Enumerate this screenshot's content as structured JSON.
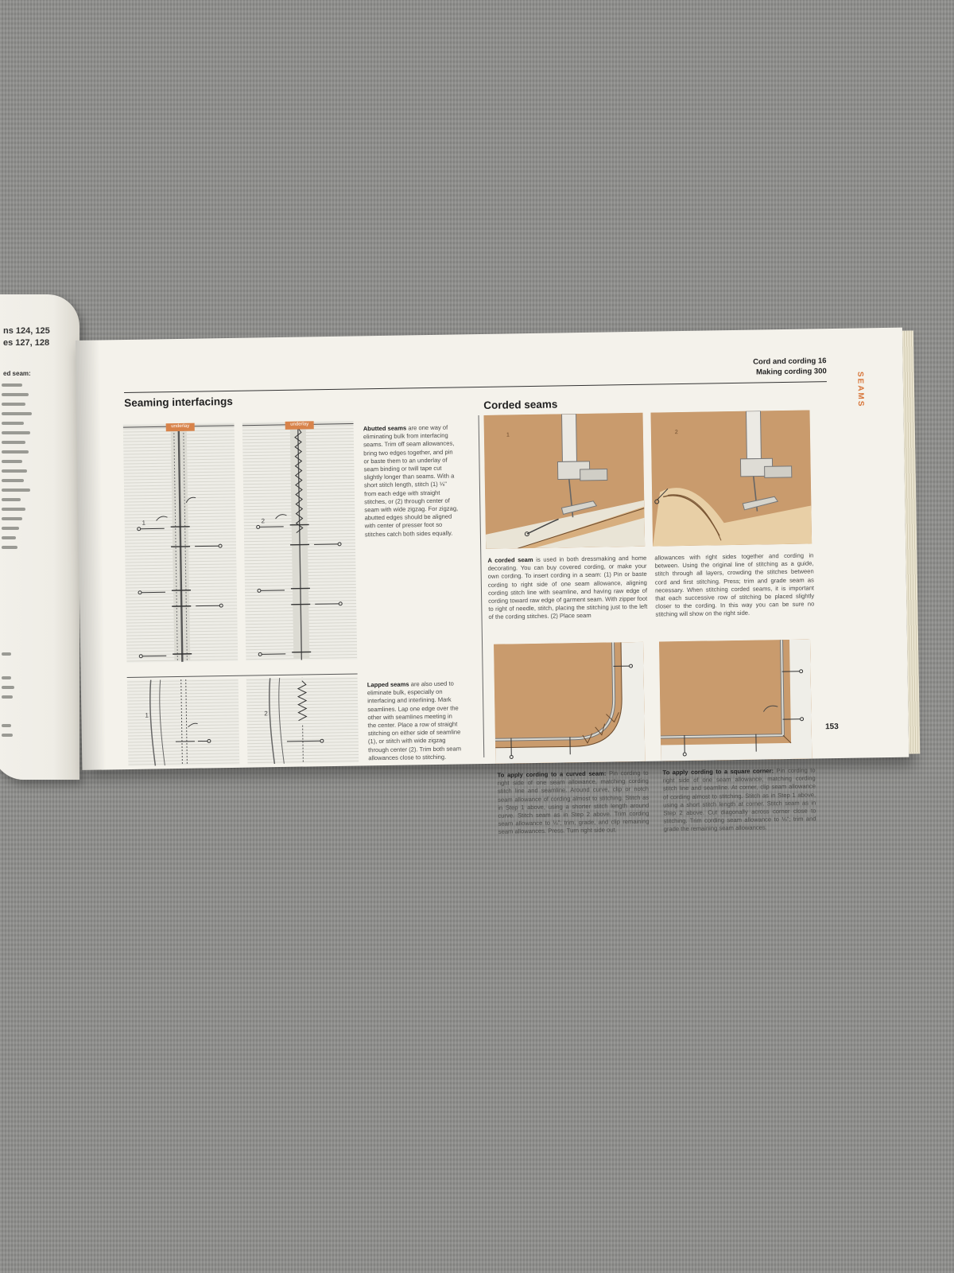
{
  "left_page": {
    "refs": [
      "ns 124, 125",
      "es 127, 128"
    ],
    "fragment_label": "ed seam:"
  },
  "header": {
    "cross_refs": [
      "Cord and cording 16",
      "Making cording 300"
    ]
  },
  "section_tab": "SEAMS",
  "left_column": {
    "title": "Seaming interfacings",
    "label_tag": "underlay",
    "step_numbers": [
      "1",
      "2"
    ],
    "abutted": {
      "lead": "Abutted seams",
      "text": "are one way of eliminating bulk from interfacing seams. Trim off seam allowances, bring two edges together, and pin or baste them to an underlay of seam binding or twill tape cut slightly longer than seams. With a short stitch length, stitch (1) ⅛\" from each edge with straight stitches, or (2) through center of seam with wide zigzag. For zigzag, abutted edges should be aligned with center of presser foot so stitches catch both sides equally."
    },
    "lapped": {
      "lead": "Lapped seams",
      "text": "are also used to eliminate bulk, especially on interfacing and interlining. Mark seamlines. Lap one edge over the other with seamlines meeting in the center. Place a row of straight stitching on either side of seamline (1), or stitch with wide zigzag through center (2). Trim both seam allowances close to stitching."
    }
  },
  "right_column": {
    "title": "Corded seams",
    "panel_numbers": [
      "1",
      "2"
    ],
    "corded": {
      "lead": "A corded seam",
      "text": "is used in both dressmaking and home decorating. You can buy covered cording, or make your own cording. To insert cording in a seam: (1) Pin or baste cording to right side of one seam allowance, aligning cording stitch line with seamline, and having raw edge of cording toward raw edge of garment seam. With zipper foot to right of needle, stitch, placing the stitching just to the left of the cording stitches. (2) Place seam",
      "text_cont": "allowances with right sides together and cording in between. Using the original line of stitching as a guide, stitch through all layers, crowding the stitches between cord and first stitching. Press; trim and grade seam as necessary. When stitching corded seams, it is important that each successive row of stitching be placed slightly closer to the cording. In this way you can be sure no stitching will show on the right side."
    },
    "curved": {
      "lead": "To apply cording to a curved seam:",
      "text": "Pin cording to right side of one seam allowance, matching cording stitch line and seamline. Around curve, clip or notch seam allowance of cording almost to stitching. Stitch as in Step 1 above, using a shorter stitch length around curve. Stitch seam as in Step 2 above. Trim cording seam allowance to ⅛\"; trim, grade, and clip remaining seam allowances. Press. Turn right side out."
    },
    "square": {
      "lead": "To apply cording to a square corner:",
      "text": "Pin cording to right side of one seam allowance, matching cording stitch line and seamline. At corner, clip seam allowance of cording almost to stitching. Stitch as in Step 1 above, using a short stitch length at corner. Stitch seam as in Step 2 above. Cut diagonally across corner close to stitching. Trim cording seam allowance to ⅛\"; trim and grade the remaining seam allowances."
    }
  },
  "page_number": "153",
  "colors": {
    "tan": "#c99b6d",
    "tag": "#d8834a",
    "accent": "#d8763a"
  }
}
